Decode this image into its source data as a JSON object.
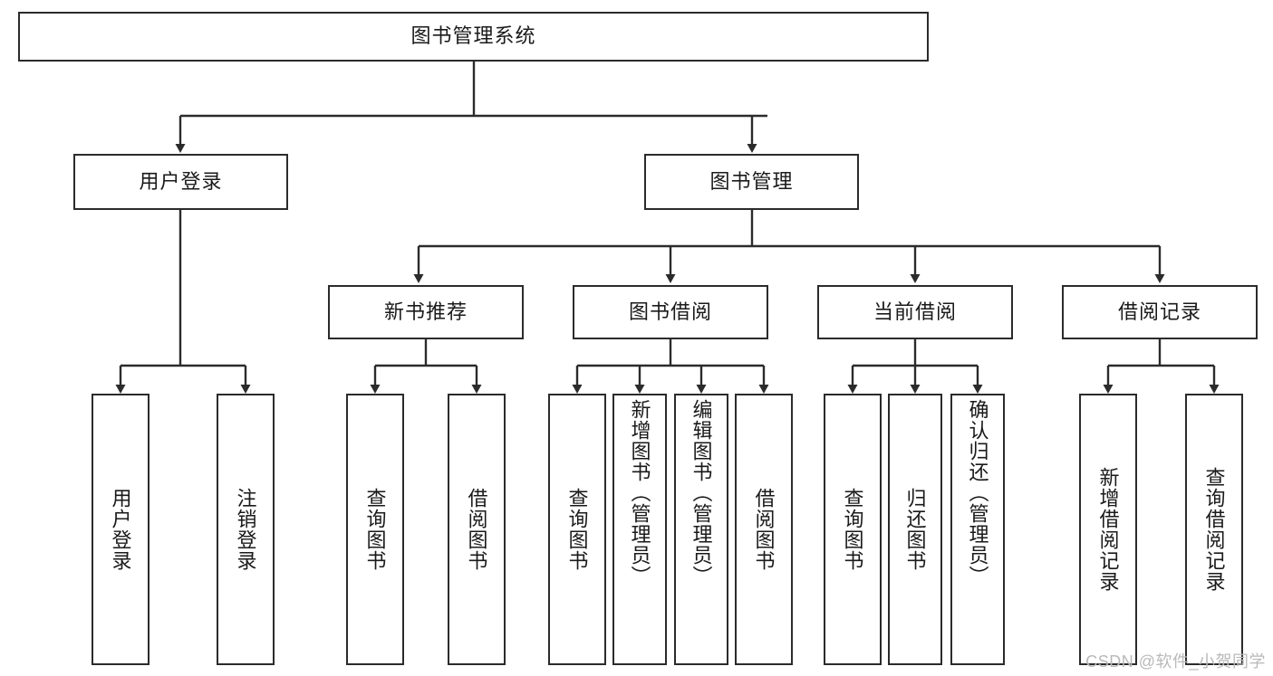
{
  "diagram": {
    "title": "图书管理系统",
    "type": "hierarchy-tree",
    "root": {
      "id": "root",
      "label": "图书管理系统",
      "orientation": "horizontal"
    },
    "level2": [
      {
        "id": "user-login",
        "label": "用户登录",
        "orientation": "horizontal"
      },
      {
        "id": "book-manage",
        "label": "图书管理",
        "orientation": "horizontal"
      }
    ],
    "level3": [
      {
        "id": "new-book-recommend",
        "label": "新书推荐",
        "orientation": "horizontal",
        "parent": "book-manage"
      },
      {
        "id": "book-borrow",
        "label": "图书借阅",
        "orientation": "horizontal",
        "parent": "book-manage"
      },
      {
        "id": "current-borrow",
        "label": "当前借阅",
        "orientation": "horizontal",
        "parent": "book-manage"
      },
      {
        "id": "borrow-record",
        "label": "借阅记录",
        "orientation": "horizontal",
        "parent": "book-manage"
      }
    ],
    "leaves": [
      {
        "id": "leaf-user-login",
        "label": "用户登录",
        "orientation": "vertical",
        "parent": "user-login"
      },
      {
        "id": "leaf-logout",
        "label": "注销登录",
        "orientation": "vertical",
        "parent": "user-login"
      },
      {
        "id": "leaf-query-book-1",
        "label": "查询图书",
        "orientation": "vertical",
        "parent": "new-book-recommend"
      },
      {
        "id": "leaf-borrow-book-1",
        "label": "借阅图书",
        "orientation": "vertical",
        "parent": "new-book-recommend"
      },
      {
        "id": "leaf-query-book-2",
        "label": "查询图书",
        "orientation": "vertical",
        "parent": "book-borrow"
      },
      {
        "id": "leaf-add-book",
        "label": "新增图书（管理员）",
        "orientation": "vertical",
        "parent": "book-borrow"
      },
      {
        "id": "leaf-edit-book",
        "label": "编辑图书（管理员）",
        "orientation": "vertical",
        "parent": "book-borrow"
      },
      {
        "id": "leaf-borrow-book-2",
        "label": "借阅图书",
        "orientation": "vertical",
        "parent": "book-borrow"
      },
      {
        "id": "leaf-query-book-3",
        "label": "查询图书",
        "orientation": "vertical",
        "parent": "current-borrow"
      },
      {
        "id": "leaf-return-book",
        "label": "归还图书",
        "orientation": "vertical",
        "parent": "current-borrow"
      },
      {
        "id": "leaf-confirm-return",
        "label": "确认归还（管理员）",
        "orientation": "vertical",
        "parent": "current-borrow"
      },
      {
        "id": "leaf-add-record",
        "label": "新增借阅记录",
        "orientation": "vertical",
        "parent": "borrow-record"
      },
      {
        "id": "leaf-query-record",
        "label": "查询借阅记录",
        "orientation": "vertical",
        "parent": "borrow-record"
      }
    ],
    "colors": {
      "stroke": "#2b2b2b",
      "fill": "#ffffff",
      "text": "#1a1a1a",
      "watermark": "#b9b9b9"
    }
  },
  "watermark": {
    "text": "CSDN @软件_小贺同学"
  }
}
